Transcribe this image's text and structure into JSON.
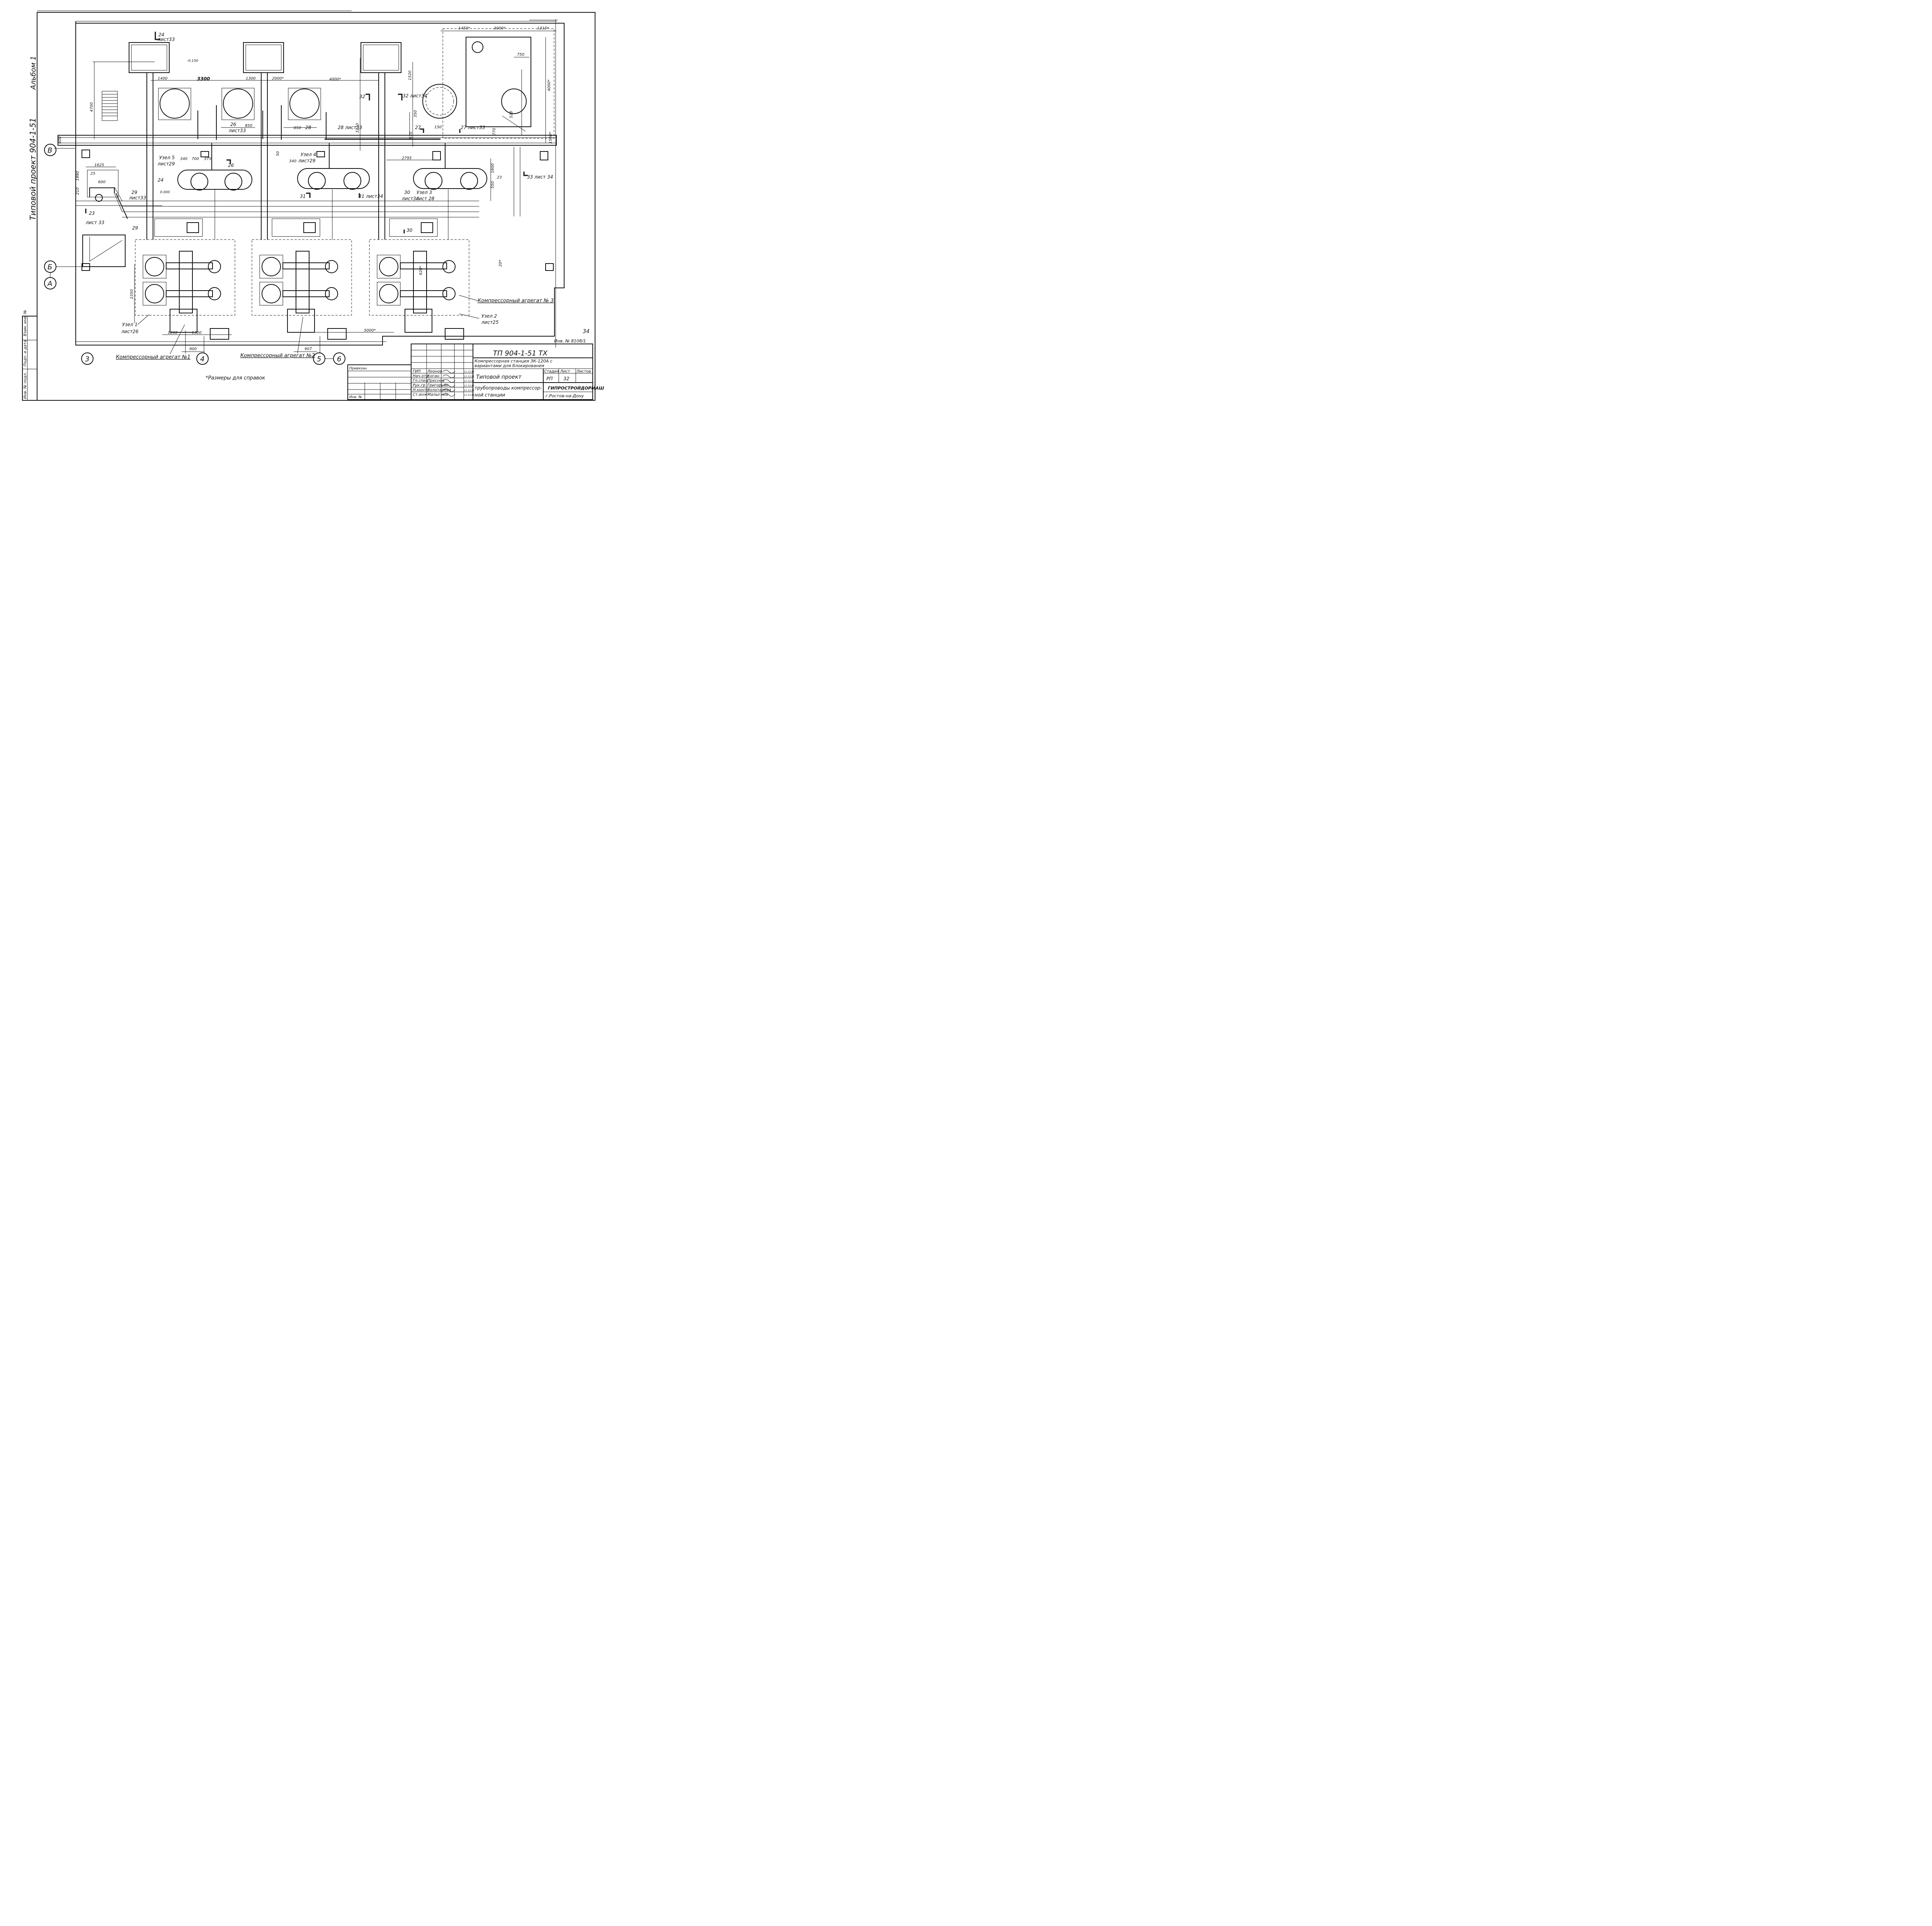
{
  "left_margin": {
    "album": "Альбом 1",
    "project": "Типовой проект 904-1-51"
  },
  "sheet_number": "34",
  "inventory": "Инв. № 8108/1",
  "note": "*Размеры для справок",
  "axes": {
    "B": "В",
    "B6": "Б",
    "A": "А",
    "n3": "3",
    "n4": "4",
    "n5": "5",
    "n6": "6"
  },
  "dimensions": {
    "d1450": "1450*",
    "d3000": "3000*",
    "d1315": "1315*",
    "d750": "750",
    "d4000r": "4000*",
    "d520": "520",
    "d1500": "1500*",
    "d1520": "1520",
    "d4700": "4700",
    "d1400": "1400",
    "d3300": "3300",
    "d1300": "1300",
    "d2000": "2000*",
    "d4000": "4000*",
    "d3210": "3210",
    "d850a": "850",
    "d850b": "850",
    "d400": "400",
    "d700": "700",
    "d375": "375",
    "d340a": "340",
    "d340b": "340",
    "d2795": "2795",
    "d1600": "1600",
    "d550": "550",
    "d350": "350",
    "d150": "150",
    "d870": "870",
    "d770": "770",
    "d1625": "1625",
    "d1990": "1990",
    "d600": "600",
    "d25": "25",
    "d210": "210",
    "d50": "50",
    "d2350": "2350",
    "d1200": "1200",
    "d1300b": "1300",
    "d900": "900",
    "d907": "907",
    "d5000": "5000*",
    "d20": "20*",
    "d620": "620*",
    "elev1": "-0.150",
    "elev2": "0.000"
  },
  "section_labels": {
    "s24top": "24",
    "s24sheet": "лист33",
    "s32": "32",
    "s32b": "32 лист34",
    "s26": "26",
    "s26sheet": "лист33",
    "s28a": "28",
    "s28b": "28 лист33",
    "s27": "27",
    "s27b": "27 лист33",
    "s26b": "26",
    "s24b": "24",
    "s29": "29",
    "s29sheet": "лист33",
    "s23": "23",
    "s23sheet": "лист 33",
    "s29b": "29",
    "s31": "31",
    "s31b": "31 лист34",
    "s30": "30",
    "s30sheet": "лист34",
    "s30b": "30",
    "s33": "33 лист 34",
    "s23b": "23"
  },
  "nodes": {
    "u5": "Узел 5",
    "u5s": "лист29",
    "u4": "Узел 4",
    "u4s": "лист29",
    "u3": "Узел 3",
    "u3s": "лист 28",
    "u2": "Узел 2",
    "u2s": "лист25",
    "u1": "Узел 1",
    "u1s": "лист26"
  },
  "units": {
    "a1": "Компрессорный агрегат №1",
    "a2": "Компрессорный агрегат №2",
    "a3": "Компрессорный агрегат № 3"
  },
  "title_block": {
    "code": "ТП 904-1-51 ТХ",
    "desc1": "Компрессорная станция ЗК-120А с",
    "desc2": "вариантами для блокирования",
    "typical": "Типовой проект",
    "sheet_title1": "трубопроводы компрессор-",
    "sheet_title2": "ной станции",
    "stage_h": "Стадия",
    "sheet_h": "Лист",
    "sheets_h": "Листов",
    "stage": "РП",
    "sheet": "32",
    "org": "ГИПРОСТРОЙДОРМАШ",
    "city": "г.Ростов-на-Дону",
    "attached": "Привязан",
    "inv": "Инв. №",
    "roles": [
      "ГИП",
      "Нач.отд",
      "Гл.спец",
      "Рук.гр",
      "Н.контр",
      "Ст.инж"
    ],
    "names": [
      "Леонов",
      "Коган",
      "Преснов",
      "Григорьян",
      "Золотарева",
      "Малыгина"
    ],
    "dates": [
      "11.12.81",
      "11.12.81",
      "11.12.81",
      "11.12.81",
      "11.12.81",
      "11.12.81"
    ]
  },
  "stamp": {
    "c1": "Взам. инв. №",
    "c2": "Подп. и дата",
    "c3": "Инв. № подл."
  }
}
